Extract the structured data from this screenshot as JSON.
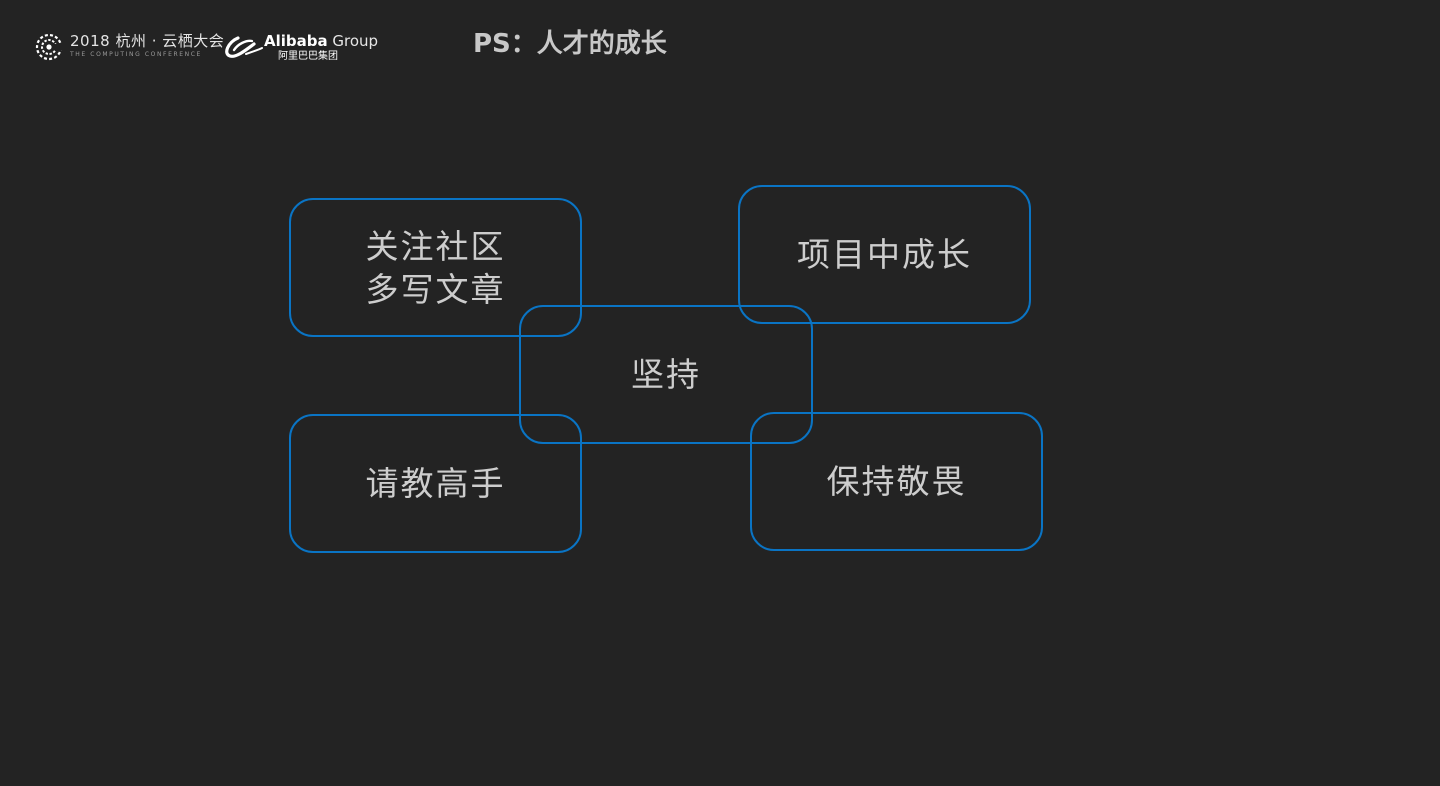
{
  "header": {
    "conference_logo": {
      "main": "2018 杭州 · 云栖大会",
      "sub": "THE COMPUTING CONFERENCE"
    },
    "alibaba_logo": {
      "name": "Alibaba",
      "group": " Group",
      "chinese": "阿里巴巴集团"
    },
    "title": "PS：人才的成长"
  },
  "diagram": {
    "nodes": {
      "community": {
        "lines": [
          "关注社区",
          "多写文章"
        ]
      },
      "project": {
        "label": "项目中成长"
      },
      "persist": {
        "label": "坚持"
      },
      "ask": {
        "label": "请教高手"
      },
      "awe": {
        "label": "保持敬畏"
      }
    },
    "border_color": "#0a74c4"
  },
  "colors": {
    "background": "#232323",
    "text": "#cdcdcd",
    "title": "#c8c8c8"
  }
}
